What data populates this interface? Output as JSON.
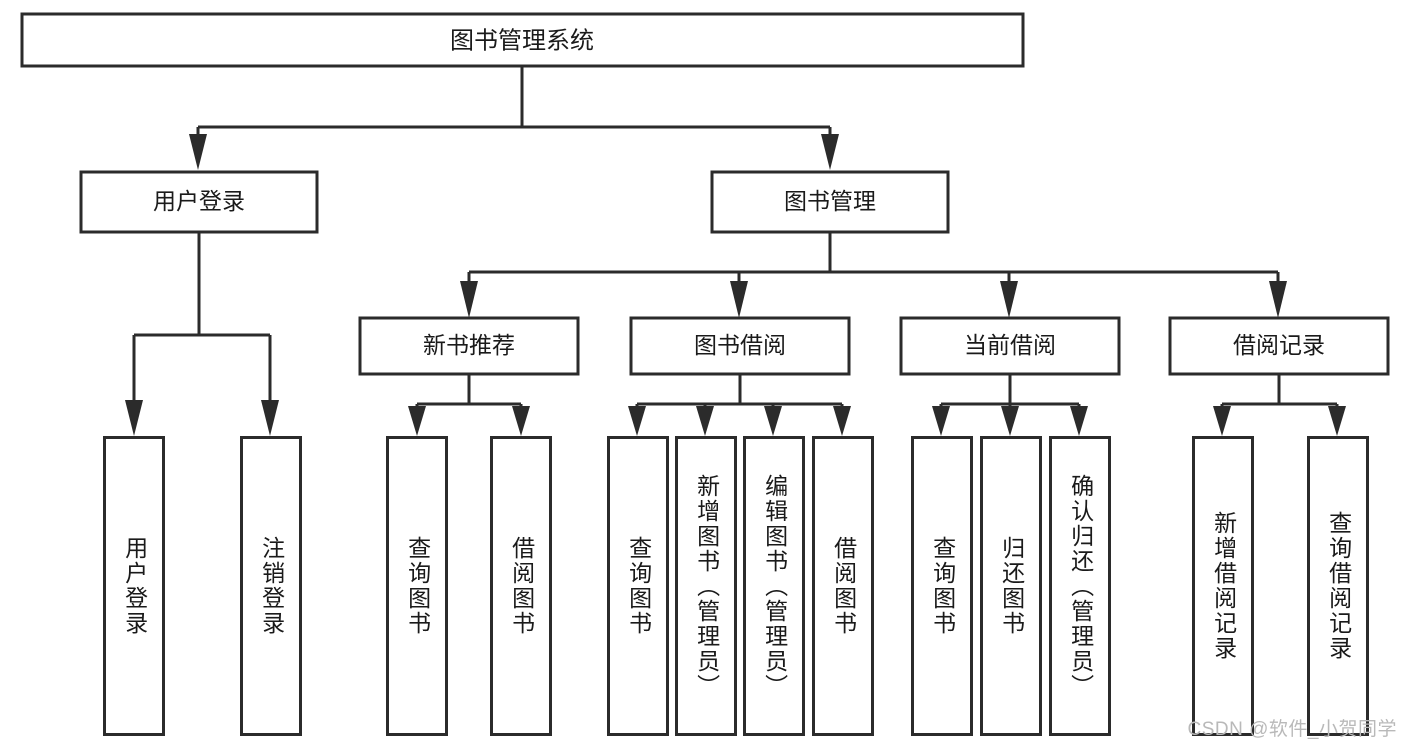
{
  "diagram": {
    "type": "tree",
    "title": "图书管理系统",
    "watermark": "CSDN @软件_小贺同学",
    "colors": {
      "stroke": "#2b2b2b",
      "fill": "#ffffff",
      "text": "#1a1a1a",
      "watermark": "#b9b9b9"
    },
    "root": {
      "label": "图书管理系统"
    },
    "level1": [
      {
        "label": "用户登录"
      },
      {
        "label": "图书管理"
      }
    ],
    "level2": [
      {
        "label": "新书推荐"
      },
      {
        "label": "图书借阅"
      },
      {
        "label": "当前借阅"
      },
      {
        "label": "借阅记录"
      }
    ],
    "leaves": {
      "user_login": [
        {
          "label": "用户登录"
        },
        {
          "label": "注销登录"
        }
      ],
      "new_book_recommend": [
        {
          "label": "查询图书"
        },
        {
          "label": "借阅图书"
        }
      ],
      "book_borrow": [
        {
          "label": "查询图书"
        },
        {
          "label": "新增图书（管理员）"
        },
        {
          "label": "编辑图书（管理员）"
        },
        {
          "label": "借阅图书"
        }
      ],
      "current_borrow": [
        {
          "label": "查询图书"
        },
        {
          "label": "归还图书"
        },
        {
          "label": "确认归还（管理员）"
        }
      ],
      "borrow_record": [
        {
          "label": "新增借阅记录"
        },
        {
          "label": "查询借阅记录"
        }
      ]
    }
  }
}
